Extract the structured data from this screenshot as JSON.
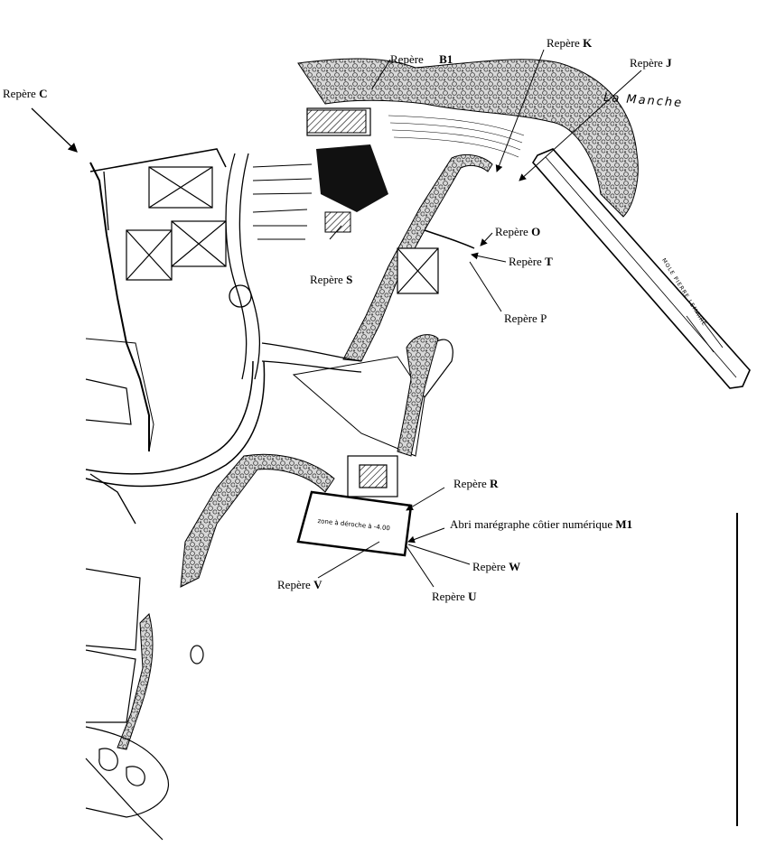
{
  "map": {
    "sea_name": "La Manche",
    "mole_name": "MOLE PIERRE LEMAIRE",
    "zone_text": "zone à déroche à -4.00",
    "labels": [
      {
        "id": "b1",
        "prefix": "Repère",
        "code": "B1"
      },
      {
        "id": "k",
        "prefix": "Repère",
        "code": "K"
      },
      {
        "id": "j",
        "prefix": "Repère",
        "code": "J"
      },
      {
        "id": "c",
        "prefix": "Repère",
        "code": "C"
      },
      {
        "id": "o",
        "prefix": "Repère",
        "code": "O"
      },
      {
        "id": "t",
        "prefix": "Repère",
        "code": "T"
      },
      {
        "id": "s",
        "prefix": "Repère",
        "code": "S"
      },
      {
        "id": "p",
        "prefix": "Repère",
        "code": "P"
      },
      {
        "id": "r",
        "prefix": "Repère",
        "code": "R"
      },
      {
        "id": "m1",
        "prefix": "Abri marégraphe côtier numérique",
        "code": "M1"
      },
      {
        "id": "w",
        "prefix": "Repère",
        "code": "W"
      },
      {
        "id": "v",
        "prefix": "Repère",
        "code": "V"
      },
      {
        "id": "u",
        "prefix": "Repère",
        "code": "U"
      }
    ],
    "colors": {
      "ink": "#000000",
      "paper": "#ffffff",
      "rock": "#6b6b6b"
    }
  }
}
